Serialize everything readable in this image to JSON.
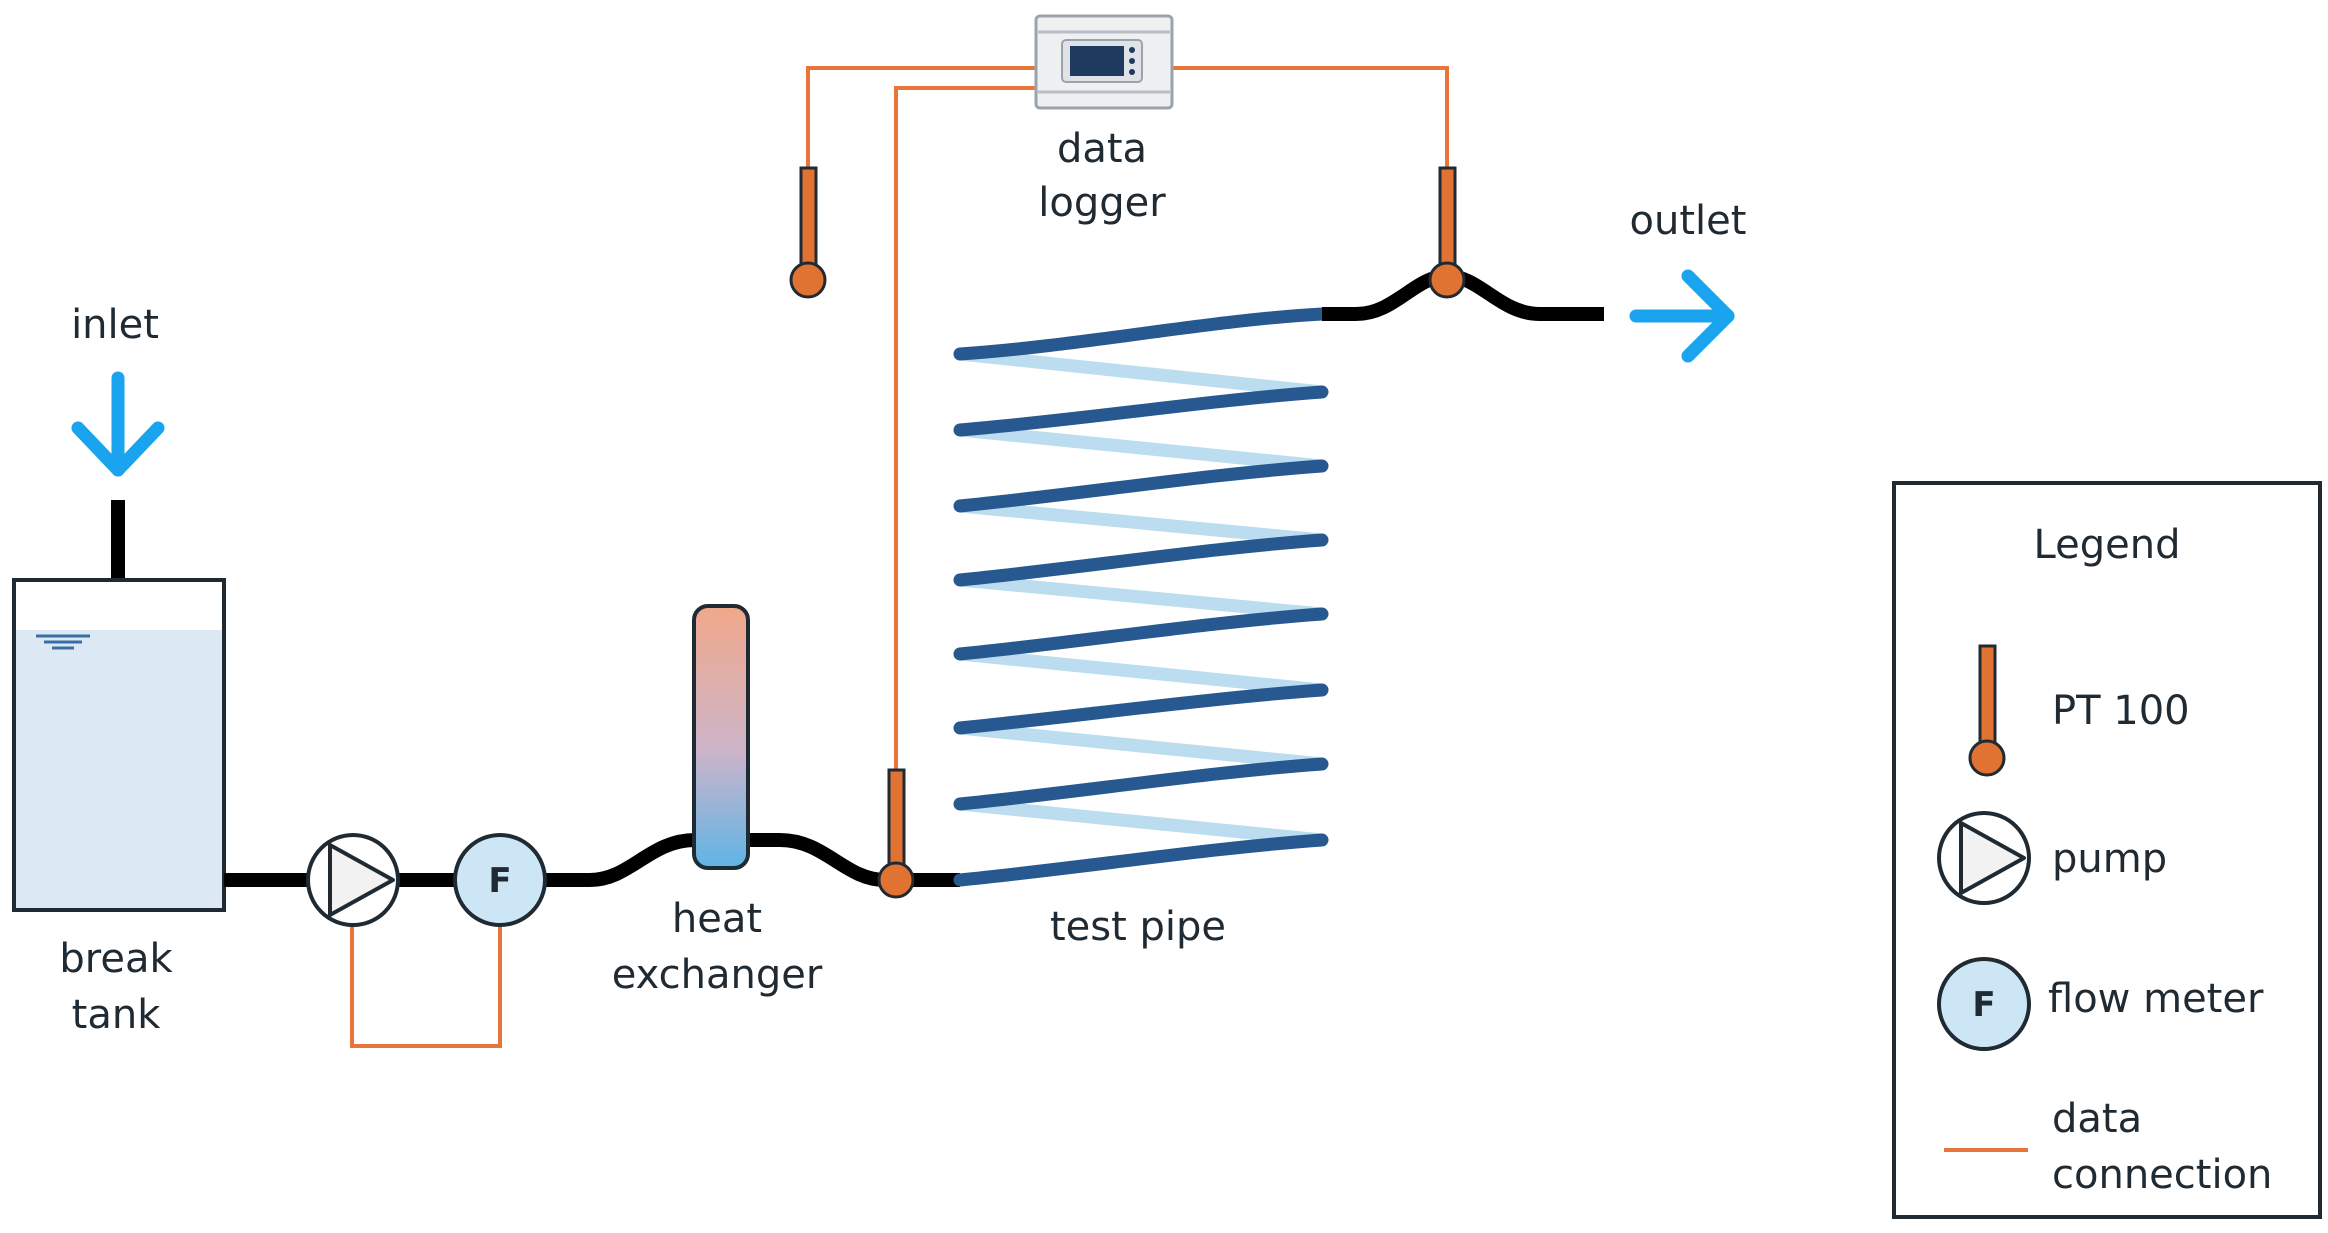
{
  "labels": {
    "inlet": "inlet",
    "outlet": "outlet",
    "break_tank_line1": "break",
    "break_tank_line2": "tank",
    "heat_exchanger_line1": "heat",
    "heat_exchanger_line2": "exchanger",
    "test_pipe": "test pipe",
    "data_logger_line1": "data",
    "data_logger_line2": "logger",
    "flow_meter_letter": "F"
  },
  "legend": {
    "title": "Legend",
    "items": [
      {
        "icon": "thermometer-icon",
        "label": "PT 100"
      },
      {
        "icon": "pump-icon",
        "label": "pump"
      },
      {
        "icon": "flow-meter-icon",
        "letter": "F",
        "label": "flow meter"
      },
      {
        "icon": "data-connection-line",
        "label_line1": "data",
        "label_line2": "connection"
      }
    ]
  },
  "colors": {
    "pipe": "#000000",
    "data_connection": "#e8763c",
    "sensor": "#e07232",
    "arrow": "#1aa3ee",
    "tank_fill": "#dce9f5",
    "coil_front": "#27588f",
    "coil_back": "#bcdcef",
    "flow_meter_fill": "#cde6f6",
    "legend_border": "#1f2a33"
  }
}
